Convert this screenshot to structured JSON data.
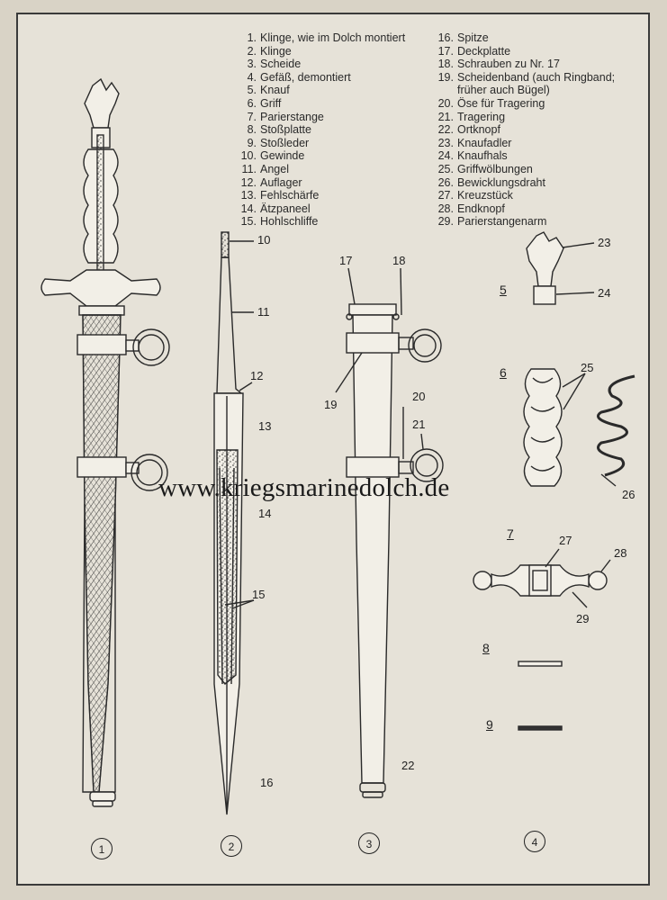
{
  "legend_left": [
    {
      "num": "1.",
      "text": "Klinge, wie im Dolch montiert"
    },
    {
      "num": "2.",
      "text": "Klinge"
    },
    {
      "num": "3.",
      "text": "Scheide"
    },
    {
      "num": "4.",
      "text": "Gefäß, demontiert"
    },
    {
      "num": "5.",
      "text": "Knauf"
    },
    {
      "num": "6.",
      "text": "Griff"
    },
    {
      "num": "7.",
      "text": "Parierstange"
    },
    {
      "num": "8.",
      "text": "Stoßplatte"
    },
    {
      "num": "9.",
      "text": "Stoßleder"
    },
    {
      "num": "10.",
      "text": "Gewinde"
    },
    {
      "num": "11.",
      "text": "Angel"
    },
    {
      "num": "12.",
      "text": "Auflager"
    },
    {
      "num": "13.",
      "text": "Fehlschärfe"
    },
    {
      "num": "14.",
      "text": "Ätzpaneel"
    },
    {
      "num": "15.",
      "text": "Hohlschliffe"
    }
  ],
  "legend_right": [
    {
      "num": "16.",
      "text": "Spitze"
    },
    {
      "num": "17.",
      "text": "Deckplatte"
    },
    {
      "num": "18.",
      "text": "Schrauben zu Nr. 17"
    },
    {
      "num": "19.",
      "text": "Scheidenband (auch Ringband;"
    },
    {
      "num": "",
      "text": "früher auch Bügel)"
    },
    {
      "num": "20.",
      "text": "Öse für Tragering"
    },
    {
      "num": "21.",
      "text": "Tragering"
    },
    {
      "num": "22.",
      "text": "Ortknopf"
    },
    {
      "num": "23.",
      "text": "Knaufadler"
    },
    {
      "num": "24.",
      "text": "Knaufhals"
    },
    {
      "num": "25.",
      "text": "Griffwölbungen"
    },
    {
      "num": "26.",
      "text": "Bewicklungsdraht"
    },
    {
      "num": "27.",
      "text": "Kreuzstück"
    },
    {
      "num": "28.",
      "text": "Endknopf"
    },
    {
      "num": "29.",
      "text": "Parierstangenarm"
    }
  ],
  "callouts": {
    "c10": "10",
    "c11": "11",
    "c12": "12",
    "c13": "13",
    "c14": "14",
    "c15": "15",
    "c16": "16",
    "c17": "17",
    "c18": "18",
    "c19": "19",
    "c20": "20",
    "c21": "21",
    "c22": "22",
    "c23": "23",
    "c24": "24",
    "c25": "25",
    "c26": "26",
    "c27": "27",
    "c28": "28",
    "c29": "29"
  },
  "part_numbers": {
    "p5": "5",
    "p6": "6",
    "p7": "7",
    "p8": "8",
    "p9": "9"
  },
  "figure_numbers": {
    "f1": "1",
    "f2": "2",
    "f3": "3",
    "f4": "4"
  },
  "watermark": "www.kriegsmarinedolch.de"
}
